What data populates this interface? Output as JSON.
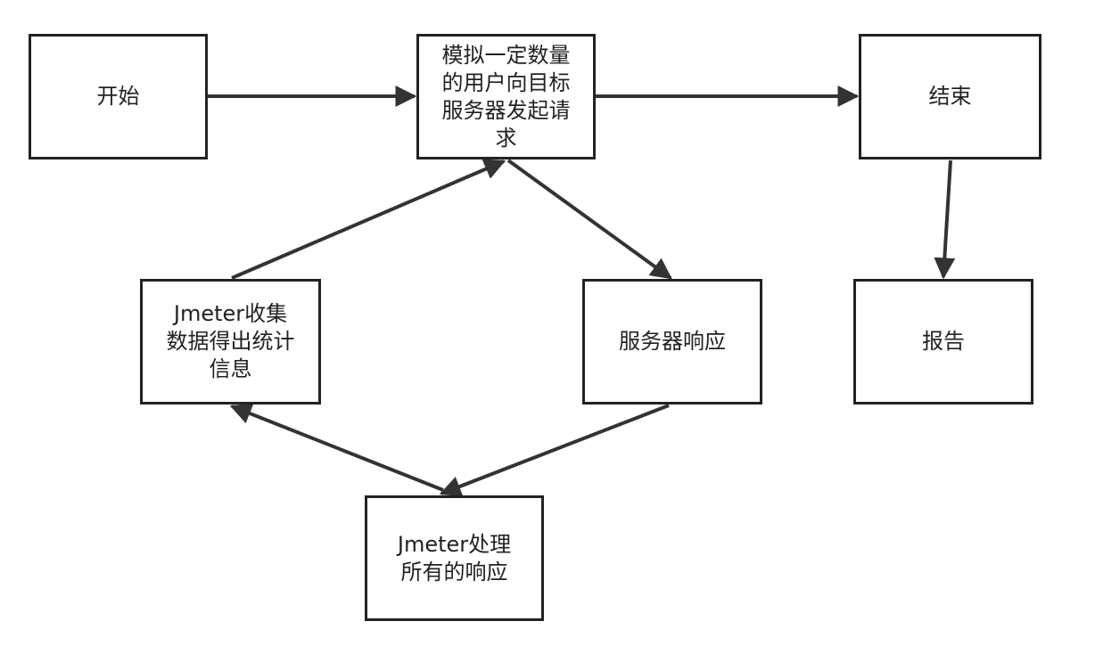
{
  "diagram": {
    "nodes": {
      "start": {
        "label": "开始"
      },
      "request": {
        "label": "模拟一定数量\n的用户向目标\n服务器发起请\n求"
      },
      "end": {
        "label": "结束"
      },
      "collect": {
        "label": "Jmeter收集\n数据得出统计\n信息"
      },
      "respond": {
        "label": "服务器响应"
      },
      "report": {
        "label": "报告"
      },
      "process": {
        "label": "Jmeter处理\n所有的响应"
      }
    },
    "edges": [
      {
        "from": "start",
        "to": "request"
      },
      {
        "from": "request",
        "to": "end"
      },
      {
        "from": "request",
        "to": "respond"
      },
      {
        "from": "respond",
        "to": "process"
      },
      {
        "from": "process",
        "to": "collect"
      },
      {
        "from": "collect",
        "to": "request"
      },
      {
        "from": "end",
        "to": "report"
      }
    ],
    "colors": {
      "stroke": "#222222",
      "fill": "#ffffff",
      "text": "#222222"
    }
  }
}
